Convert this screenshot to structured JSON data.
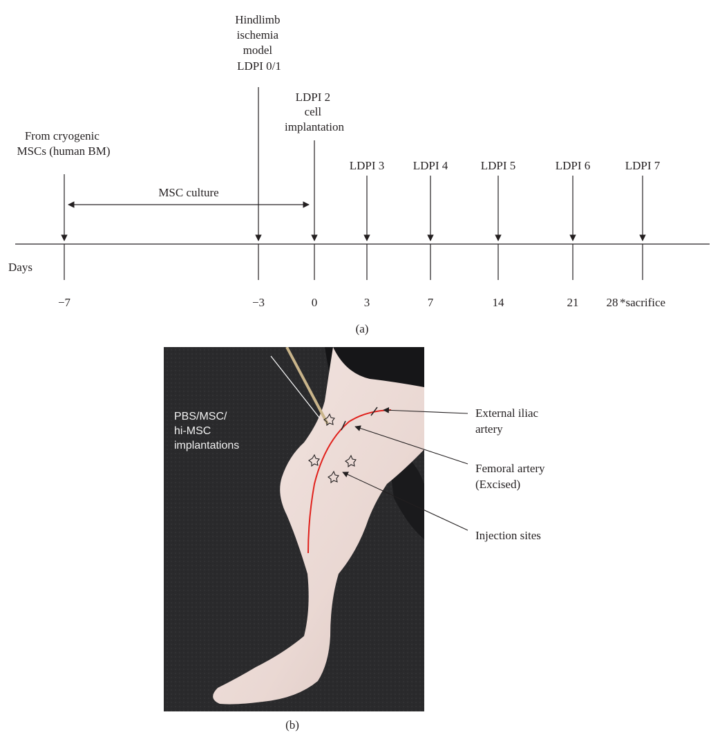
{
  "panel_a": {
    "top_labels": {
      "day_minus7": [
        "From cryogenic",
        "MSCs (human BM)"
      ],
      "day_minus3": [
        "Hindlimb",
        "ischemia",
        "model",
        "LDPI 0/1"
      ],
      "day_0": [
        "LDPI 2",
        "cell",
        "implantation"
      ],
      "day_3": "LDPI 3",
      "day_7": "LDPI 4",
      "day_14": "LDPI 5",
      "day_21": "LDPI 6",
      "day_28": "LDPI 7"
    },
    "culture_label": "MSC culture",
    "axis_label": "Days",
    "ticks": [
      "−7",
      "−3",
      "0",
      "3",
      "7",
      "14",
      "21",
      "28"
    ],
    "sacrifice_label": "*sacrifice",
    "caption": "(a)"
  },
  "panel_b": {
    "photo_label": [
      "PBS/MSC/",
      "hi-MSC",
      "implantations"
    ],
    "callouts": {
      "external_iliac": [
        "External iliac",
        "artery"
      ],
      "femoral": [
        "Femoral artery",
        "(Excised)"
      ],
      "injection": "Injection sites"
    },
    "caption": "(b)",
    "colors": {
      "artery": "#e0201b",
      "fabric": "#2c2c2e",
      "skin": "#ecdcd8"
    }
  }
}
